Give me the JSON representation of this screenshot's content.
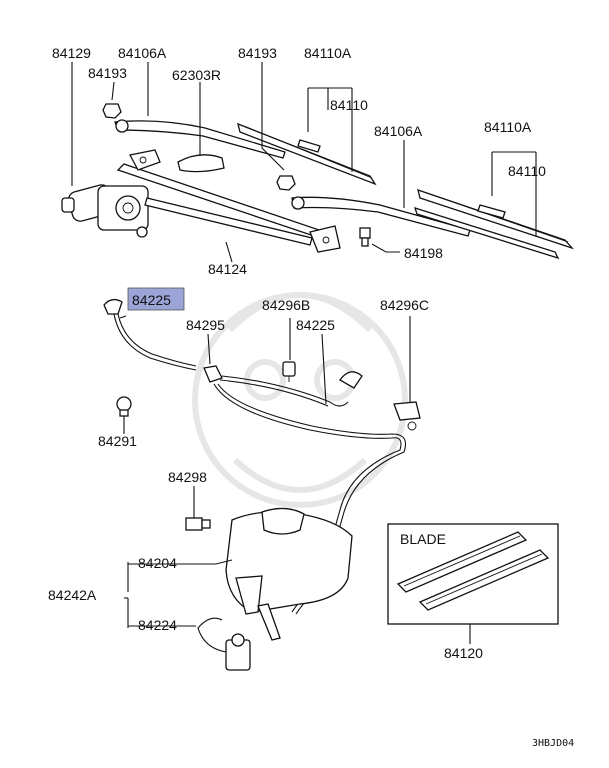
{
  "labels": {
    "p84129": "84129",
    "p84106a_top": "84106A",
    "p84193_left": "84193",
    "p62303r": "62303R",
    "p84193_mid": "84193",
    "p84110a_top": "84110A",
    "p84110_top": "84110",
    "p84106a_right": "84106A",
    "p84110a_right": "84110A",
    "p84110_right": "84110",
    "p84198": "84198",
    "p84124": "84124",
    "p84225_hl": "84225",
    "p84296b": "84296B",
    "p84296c": "84296C",
    "p84295": "84295",
    "p84225": "84225",
    "p84291": "84291",
    "p84298": "84298",
    "p84204": "84204",
    "p84242a": "84242A",
    "p84224": "84224",
    "blade_title": "BLADE",
    "p84120": "84120",
    "diagram_code": "3HBJD04"
  },
  "colors": {
    "highlight": "#9aa4d6",
    "line": "#111111",
    "watermark": "#e6e6e6"
  }
}
